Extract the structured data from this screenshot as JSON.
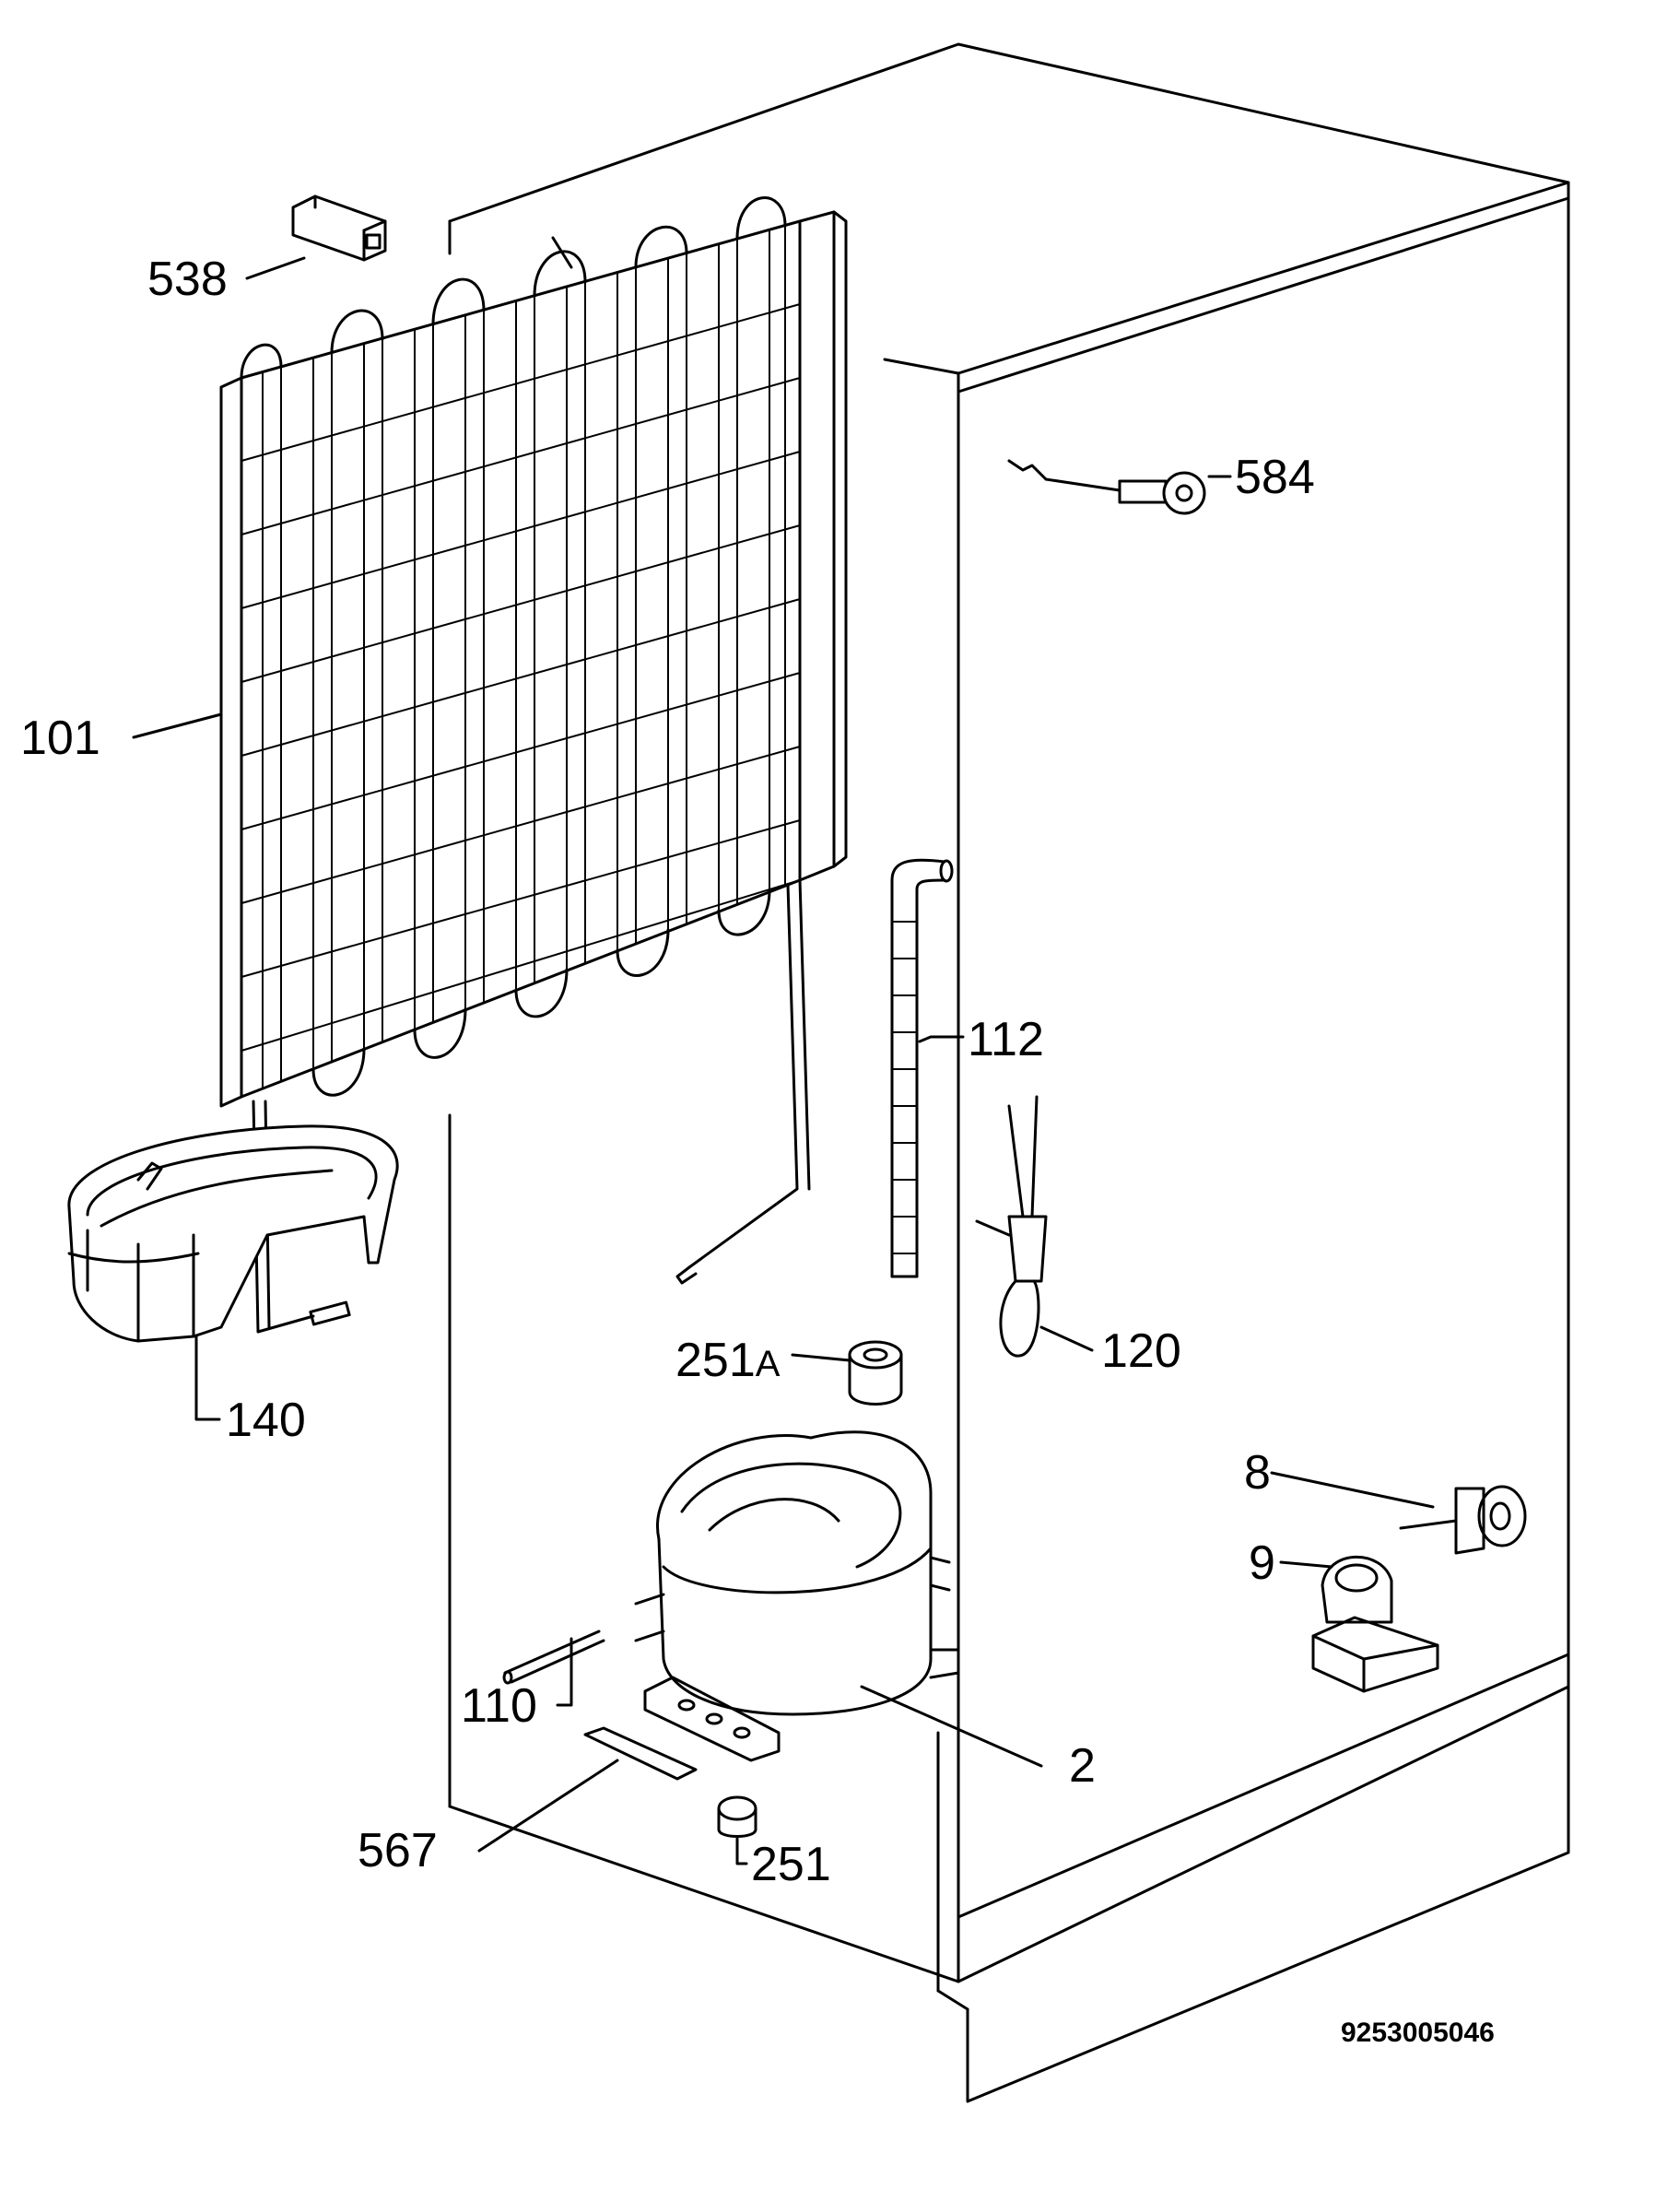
{
  "colors": {
    "line": "#000000",
    "background": "#ffffff"
  },
  "parts": [
    {
      "id": "538"
    },
    {
      "id": "584"
    },
    {
      "id": "101"
    },
    {
      "id": "112"
    },
    {
      "id": "120"
    },
    {
      "id": "251",
      "suffix": "A"
    },
    {
      "id": "140"
    },
    {
      "id": "8"
    },
    {
      "id": "9"
    },
    {
      "id": "110"
    },
    {
      "id": "2"
    },
    {
      "id": "567"
    },
    {
      "id": "251"
    }
  ],
  "document_number": "9253005046"
}
